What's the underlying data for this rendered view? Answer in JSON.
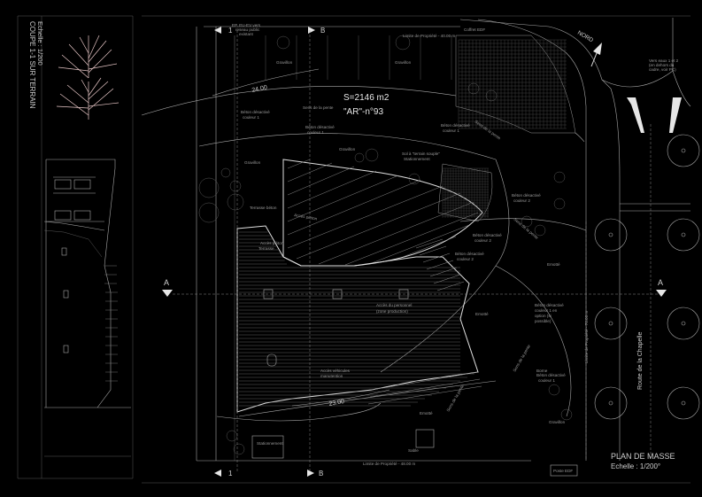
{
  "section": {
    "title": "COUPE 1-1 SUR TERRAIN",
    "scale": "Echelle : 1/200"
  },
  "plan": {
    "title": "PLAN DE MASSE",
    "scale": "Echelle : 1/200°",
    "area": "S=2146 m2",
    "lot": "\"AR\"-n°93",
    "north": "NORD",
    "road": "Route de la Chapelle"
  },
  "section_markers": {
    "a_left": "A",
    "a_right": "A",
    "b_top": "B",
    "b_bottom": "B",
    "one_top": "1",
    "one_bottom": "1"
  },
  "dimensions": {
    "d_top": "24.00",
    "d_bottom": "23.00"
  },
  "labels": {
    "ep_ev": "EP, EU-EV vers",
    "reseau": "reseau public",
    "existant": "existant",
    "coffret": "Coffret EDF",
    "vers_eaux": "Vers eaux 1 et 2",
    "vers_eaux2": "(en dehors du",
    "vers_eaux3": "cadre, voir PC)",
    "gravillon1": "Gravillon",
    "gravillon2": "Gravillon",
    "gravillon3": "Gravillon",
    "gravillon4": "Gravillon",
    "gravillon5": "Gravillon",
    "beton1": "Béton désactivé",
    "couleur1": "couleur 1",
    "beton2": "Béton désactivé",
    "couleur2": "couleur 1",
    "beton3": "Béton désactivé",
    "couleur3": "couleur 2",
    "beton4": "Béton désactivé",
    "couleur4": "couleur 2",
    "beton5": "Béton désactivé",
    "couleur5": "couleur 2",
    "beton6": "Béton désactivé",
    "couleur6": "couleur 1 en",
    "couleur6b": "option (si",
    "couleur6c": "possible)",
    "beton7": "Béton désactivé",
    "couleur7": "couleur 1",
    "sens1": "Sens de la pente",
    "sens2": "Sens de la pente",
    "sens3": "Sens de la pente",
    "sens4": "Sens de la pente",
    "sens5": "Sens de la pente",
    "emotte1": "Emotté",
    "emotte2": "Emotté",
    "emotte3": "Emotté",
    "terrasse": "Terrasse béton",
    "terrasse2": "Terrasse",
    "acces_pieton": "Accès piéton",
    "acces_pieton2": "Accès piéton",
    "acces_personnel": "Accès du personnel",
    "zone_production": "(zone production)",
    "acces_vehicules": "Accès véhicules",
    "manutention": "manutention",
    "sol_souple": "Sol à \"terrain souple\"",
    "stationnement": "Stationnement",
    "sable": "Sable",
    "limite1": "Limite de Propriété - 40.00 m",
    "limite2": "Limite de Propriété - 70.00 m",
    "limite3": "Limite de Propriété - 48.00 m",
    "poste": "Poste EDF",
    "stationnement2": "Stationnement",
    "borne": "Borne"
  }
}
